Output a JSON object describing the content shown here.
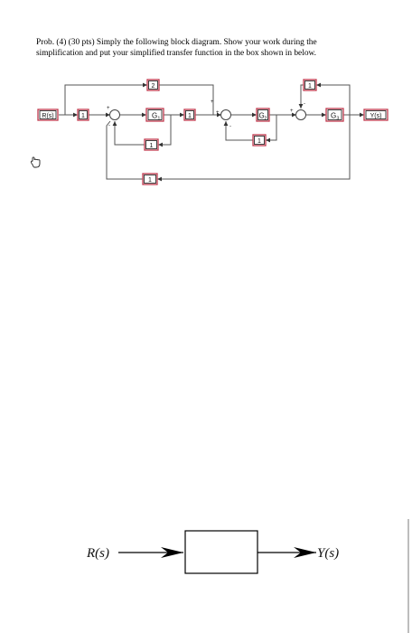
{
  "problem": {
    "line1": "Prob. (4) (30 pts) Simply the following block diagram. Show your work during the",
    "line2": "simplification and put your simplified transfer function in the box shown in below."
  },
  "diagram": {
    "input_label": "R(s)",
    "output_label": "Y(s)",
    "gain_unity": "1",
    "gain_two": "2",
    "g1": "G",
    "g1_sub": "1",
    "g2": "G",
    "g2_sub": "2",
    "g3": "G",
    "g3_sub": "3",
    "sign_plus": "+",
    "sign_minus": "-"
  },
  "answer": {
    "input_label": "R(s)",
    "output_label": "Y(s)"
  },
  "icons": {
    "cursor": "hand-cursor-icon"
  }
}
